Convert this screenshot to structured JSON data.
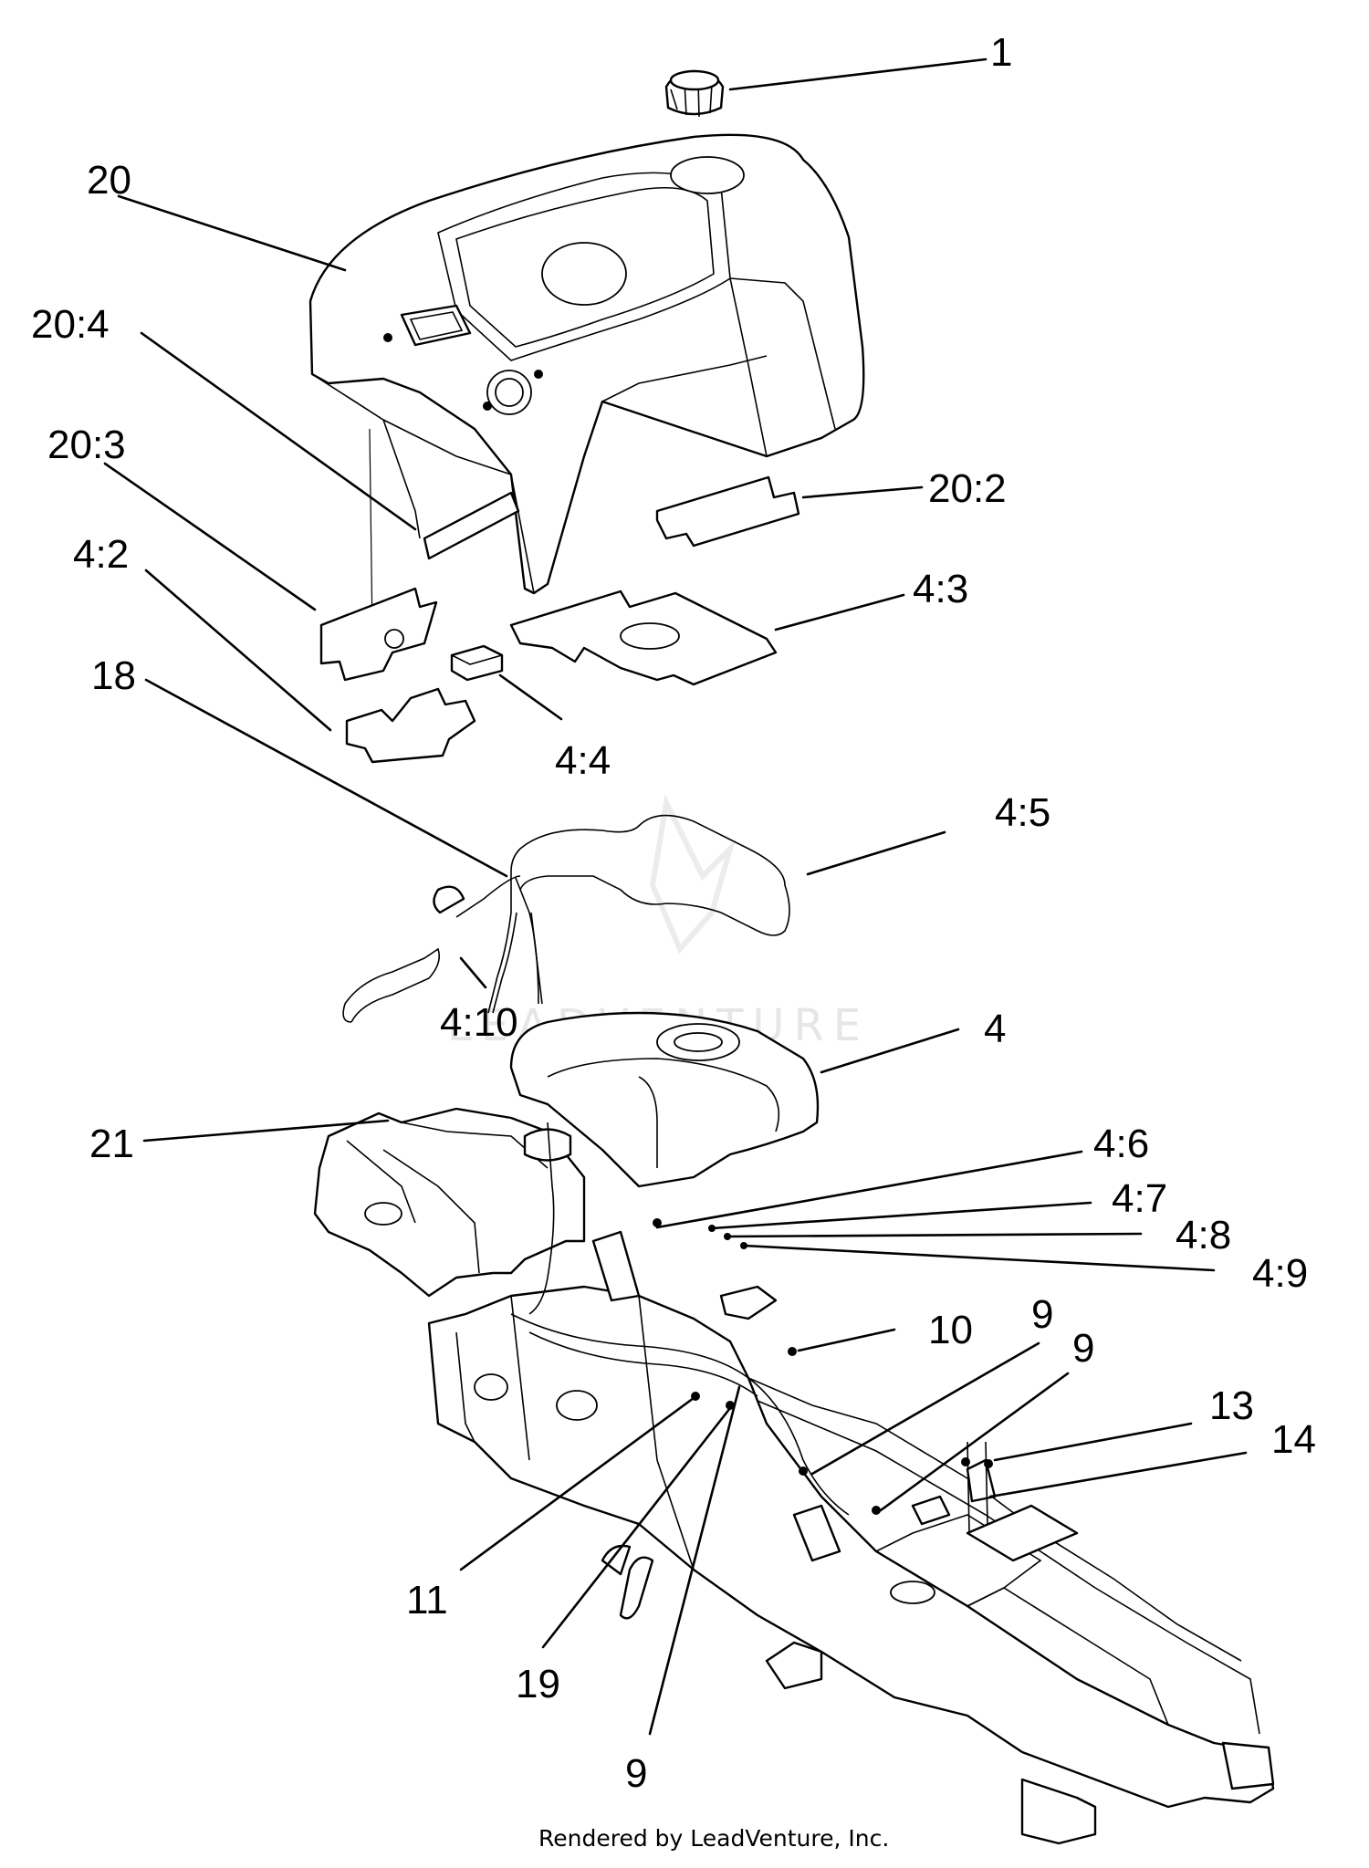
{
  "watermark": "LEADVENTURE",
  "credit": "Rendered by LeadVenture, Inc.",
  "callouts": [
    {
      "id": "1",
      "label": "1"
    },
    {
      "id": "20",
      "label": "20"
    },
    {
      "id": "20-4",
      "label": "20:4"
    },
    {
      "id": "20-3",
      "label": "20:3"
    },
    {
      "id": "20-2",
      "label": "20:2"
    },
    {
      "id": "4-2",
      "label": "4:2"
    },
    {
      "id": "4-3",
      "label": "4:3"
    },
    {
      "id": "4-4",
      "label": "4:4"
    },
    {
      "id": "18",
      "label": "18"
    },
    {
      "id": "4-5",
      "label": "4:5"
    },
    {
      "id": "4-10",
      "label": "4:10"
    },
    {
      "id": "4",
      "label": "4"
    },
    {
      "id": "21",
      "label": "21"
    },
    {
      "id": "4-6",
      "label": "4:6"
    },
    {
      "id": "4-7",
      "label": "4:7"
    },
    {
      "id": "4-8",
      "label": "4:8"
    },
    {
      "id": "4-9",
      "label": "4:9"
    },
    {
      "id": "10",
      "label": "10"
    },
    {
      "id": "9-a",
      "label": "9"
    },
    {
      "id": "9-b",
      "label": "9"
    },
    {
      "id": "13",
      "label": "13"
    },
    {
      "id": "14",
      "label": "14"
    },
    {
      "id": "11",
      "label": "11"
    },
    {
      "id": "19",
      "label": "19"
    },
    {
      "id": "9-c",
      "label": "9"
    }
  ]
}
